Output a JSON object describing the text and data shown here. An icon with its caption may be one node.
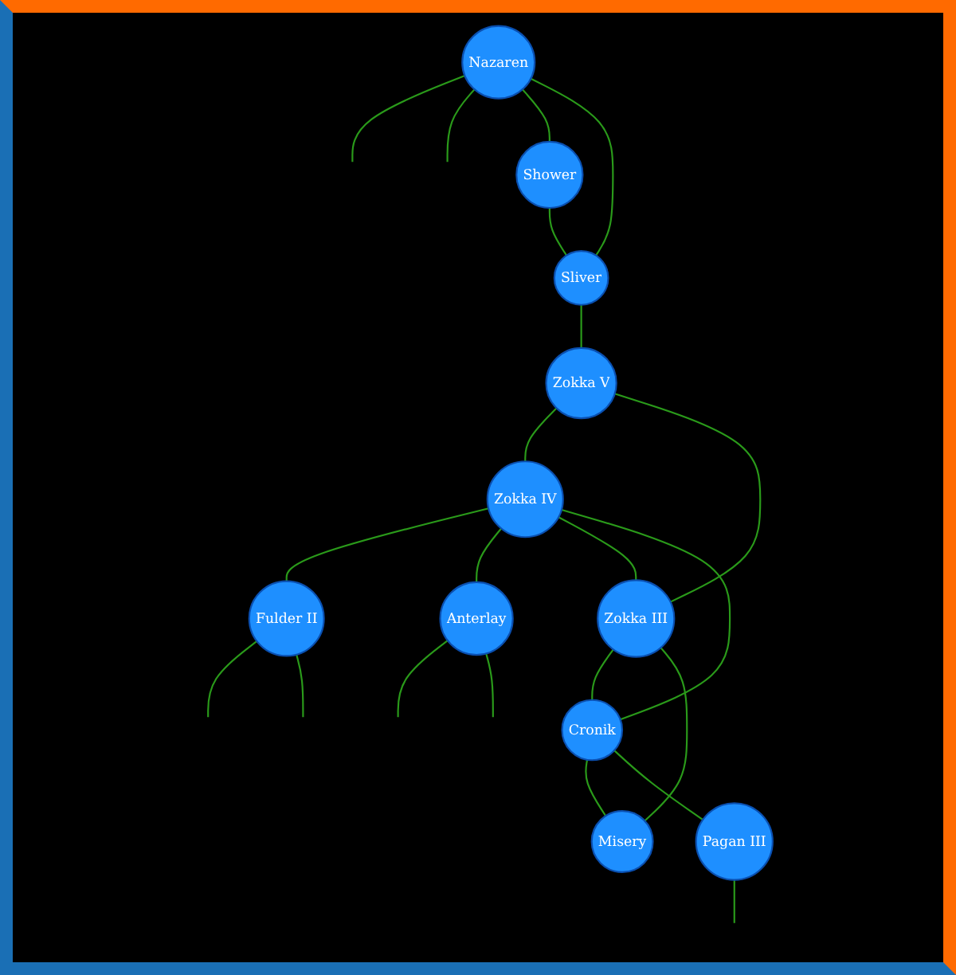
{
  "diagram": {
    "nodes": [
      {
        "text": [
          "Nazaren"
        ]
      },
      {
        "text": [
          "Fulder II"
        ]
      },
      {
        "text": [
          "Shower"
        ]
      },
      {
        "text": [
          "Zokka V"
        ]
      },
      {
        "text": [
          "Zokka IV"
        ]
      },
      {
        "text": [
          "Sliver"
        ]
      },
      {
        "text": [
          "Anterlay"
        ]
      },
      {
        "text": [
          "Zokka III"
        ]
      },
      {
        "text": [
          "Cronik"
        ]
      },
      {
        "text": [
          "Misery"
        ]
      },
      {
        "text": [
          "Pagan III"
        ]
      }
    ],
    "edges": [
      {
        "from": 0,
        "to": null,
        "arrow": "none"
      },
      {
        "from": 0,
        "to": null,
        "arrow": "none"
      },
      {
        "from": 1,
        "to": null,
        "arrow": "none"
      },
      {
        "from": 1,
        "to": null,
        "arrow": "none"
      },
      {
        "from": 0,
        "to": 2,
        "arrow": "none"
      },
      {
        "from": 0,
        "to": 5,
        "arrow": "none"
      },
      {
        "from": 2,
        "to": 5,
        "arrow": "none"
      },
      {
        "from": 5,
        "to": 3,
        "arrow": "none"
      },
      {
        "from": 3,
        "to": 4,
        "arrow": "none"
      },
      {
        "from": 3,
        "to": 7,
        "arrow": "none"
      },
      {
        "from": 4,
        "to": 1,
        "arrow": "none"
      },
      {
        "from": 4,
        "to": 6,
        "arrow": "none"
      },
      {
        "from": 4,
        "to": 7,
        "arrow": "none"
      },
      {
        "from": 4,
        "to": 8,
        "arrow": "none"
      },
      {
        "from": 6,
        "to": null,
        "arrow": "none"
      },
      {
        "from": 6,
        "to": null,
        "arrow": "none"
      },
      {
        "from": 7,
        "to": 8,
        "arrow": "none"
      },
      {
        "from": 7,
        "to": 9,
        "arrow": "none"
      },
      {
        "from": 8,
        "to": 9,
        "arrow": "none"
      },
      {
        "from": 8,
        "to": 10,
        "arrow": "none"
      },
      {
        "from": 10,
        "to": null,
        "arrow": "none"
      }
    ]
  }
}
